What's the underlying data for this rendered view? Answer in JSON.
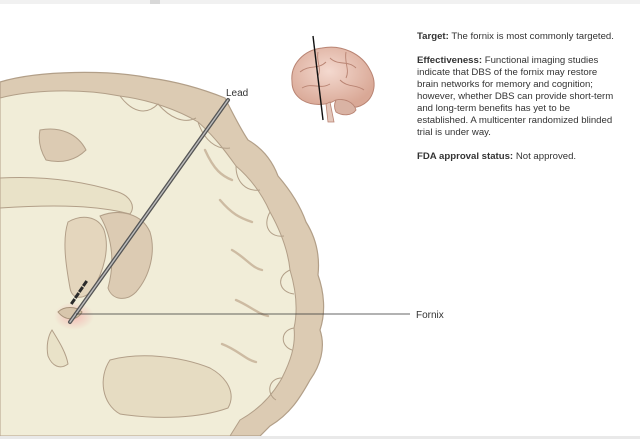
{
  "labels": {
    "lead": "Lead",
    "fornix": "Fornix"
  },
  "info": {
    "target_heading": "Target:",
    "target_text": "The fornix is most commonly targeted.",
    "effectiveness_heading": "Effectiveness:",
    "effectiveness_text": "Functional imaging studies indicate that DBS of the fornix may restore brain networks for memory and cognition; however, whether DBS can provide short-term and long-term benefits has yet to be established. A multicenter randomized blinded trial is under way.",
    "fda_heading": "FDA approval status:",
    "fda_text": "Not approved."
  },
  "colors": {
    "brain_fill": "#f1edd8",
    "gray_matter": "#dccbb3",
    "outline": "#b29f88",
    "lead": "#555555",
    "target_glow": "#f2b9b3"
  }
}
